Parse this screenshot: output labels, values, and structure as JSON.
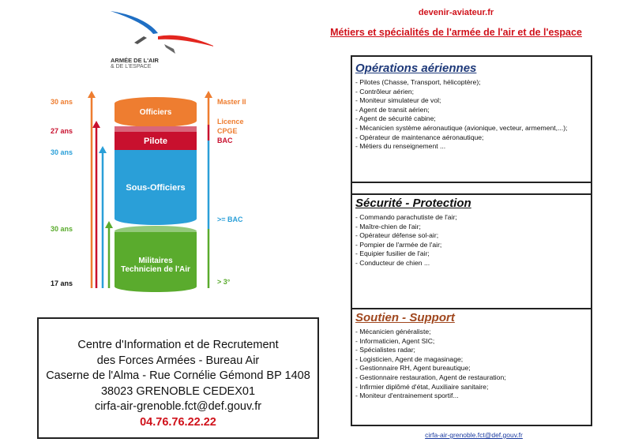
{
  "header": {
    "site": "devenir-aviateur.fr",
    "subtitle": "Métiers et spécialités de l'armée de l'air et de l'espace"
  },
  "logo": {
    "line1": "ARMÉE DE L'AIR",
    "line2": "& DE L'ESPACE"
  },
  "diagram": {
    "ages": {
      "officiers": "30 ans",
      "pilote": "27 ans",
      "sous_officiers": "30 ans",
      "militaires": "30 ans",
      "start": "17 ans"
    },
    "levels": {
      "master": "Master II",
      "licence": "Licence",
      "cpge": "CPGE",
      "bac": "BAC",
      "bac_plus": ">= BAC",
      "troisieme": "> 3°"
    },
    "tiers": {
      "officiers": "Officiers",
      "pilote": "Pilote",
      "sous_officiers": "Sous-Officiers",
      "militaires_1": "Militaires",
      "militaires_2": "Technicien de l'Air"
    },
    "colors": {
      "orange": "#ee7d30",
      "red": "#c8102e",
      "blue": "#2a9fd8",
      "green": "#5aab2d"
    }
  },
  "info": {
    "lines": [
      "Centre d'Information et de Recrutement",
      "des Forces Armées - Bureau Air",
      "Caserne de l'Alma - Rue Cornélie Gémond BP 1408",
      "38023 GRENOBLE CEDEX01",
      "cirfa-air-grenoble.fct@def.gouv.fr"
    ],
    "phone": "04.76.76.22.22"
  },
  "sections": [
    {
      "title": "Opérations aériennes",
      "items": [
        "- Pilotes (Chasse, Transport, hélicoptère);",
        "- Contrôleur aérien;",
        "- Moniteur simulateur de vol;",
        "- Agent de transit aérien;",
        "- Agent de sécurité cabine;",
        "- Mécanicien système aéronautique (avionique, vecteur, armement,...);",
        "- Opérateur de maintenance aéronautique;",
        "- Métiers du renseignement ..."
      ]
    },
    {
      "title": "Sécurité - Protection",
      "items": [
        "- Commando parachutiste de l'air;",
        "- Maître-chien de l'air;",
        "- Opérateur défense sol-air;",
        "- Pompier de l'armée de l'air;",
        "- Equipier fusilier de l'air;",
        "- Conducteur de chien ..."
      ]
    },
    {
      "title": "Soutien - Support",
      "items": [
        "- Mécanicien généraliste;",
        "- Informaticien, Agent SIC;",
        "- Spécialistes radar;",
        "- Logisticien, Agent de magasinage;",
        "- Gestionnaire RH, Agent bureautique;",
        "- Gestionnaire restauration, Agent de restauration;",
        "-  Infirmier diplômé d'état, Auxiliaire sanitaire;",
        "- Moniteur d'entrainement sportif..."
      ]
    }
  ],
  "footer": {
    "email": "cirfa-air-grenoble.fct@def.gouv.fr"
  }
}
